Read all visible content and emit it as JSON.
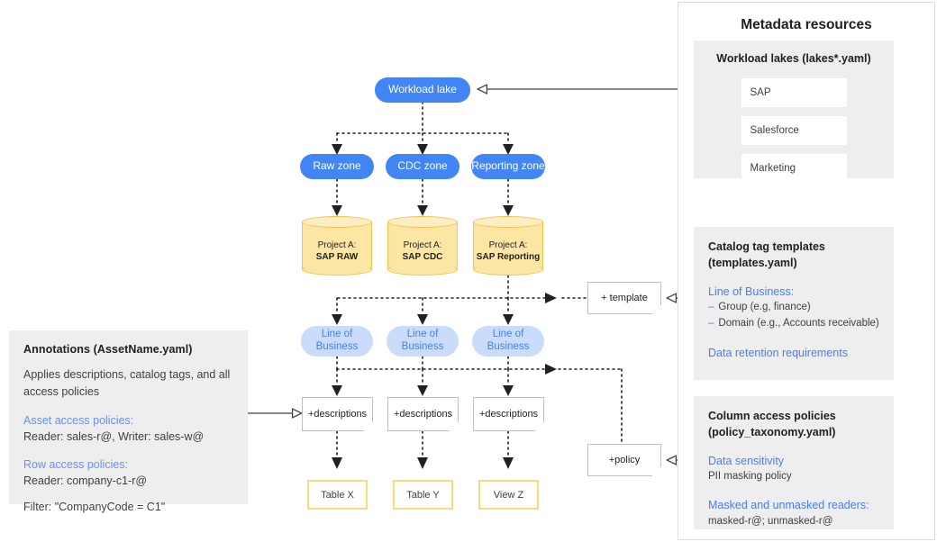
{
  "diagram": {
    "root": {
      "label": "Workload lake"
    },
    "zones": [
      {
        "label": "Raw zone"
      },
      {
        "label": "CDC zone"
      },
      {
        "label": "Reporting zone"
      }
    ],
    "projects": [
      {
        "line1": "Project A:",
        "line2": "SAP RAW"
      },
      {
        "line1": "Project A:",
        "line2": "SAP CDC"
      },
      {
        "line1": "Project A:",
        "line2": "SAP Reporting"
      }
    ],
    "tags": [
      {
        "label": "Line of Business"
      },
      {
        "label": "Line of Business"
      },
      {
        "label": "Line of Business"
      }
    ],
    "descriptions": [
      {
        "label": "+descriptions"
      },
      {
        "label": "+descriptions"
      },
      {
        "label": "+descriptions"
      }
    ],
    "assets": [
      {
        "label": "Table X"
      },
      {
        "label": "Table Y"
      },
      {
        "label": "View Z"
      }
    ],
    "connectors": [
      {
        "label": "+ template"
      },
      {
        "label": "+policy"
      }
    ]
  },
  "annotations": {
    "title": "Annotations (AssetName.yaml)",
    "description": "Applies descriptions, catalog tags, and all access policies",
    "asset_policies_head": "Asset access policies:",
    "asset_policies_value": "Reader: sales-r@, Writer: sales-w@",
    "row_policies_head": "Row access policies:",
    "row_policies_value": "Reader: company-c1-r@",
    "filter": "Filter: \"CompanyCode = C1\""
  },
  "metadata": {
    "title": "Metadata resources",
    "lakes": {
      "title": "Workload lakes (lakes*.yaml)",
      "items": [
        {
          "label": "SAP"
        },
        {
          "label": "Salesforce"
        },
        {
          "label": "Marketing"
        }
      ]
    },
    "templates": {
      "title_line1": "Catalog tag templates",
      "title_line2": "(templates.yaml)",
      "lob_head": "Line of Business:",
      "bullets": [
        {
          "dash": "–",
          "text": "Group (e.g, finance)"
        },
        {
          "dash": "–",
          "text": "Domain (e.g., Accounts receivable)"
        }
      ],
      "retention_head": "Data retention requirements"
    },
    "policies": {
      "title_line1": "Column access policies",
      "title_line2": "(policy_taxonomy.yaml)",
      "sensitivity_head": "Data sensitivity",
      "sensitivity_value": "PII masking policy",
      "readers_head": "Masked and unmasked readers:",
      "readers_value": "masked-r@; unmasked-r@"
    }
  },
  "colors": {
    "primary_blue": "#4285f4",
    "light_blue": "#c9ddfb",
    "link_blue": "#4a7cf5",
    "cylinder_fill": "#fce6a4",
    "cylinder_border": "#f2c14e",
    "table_border": "#fcd97a",
    "panel_gray": "#eeeeee",
    "line": "#3c4043"
  }
}
